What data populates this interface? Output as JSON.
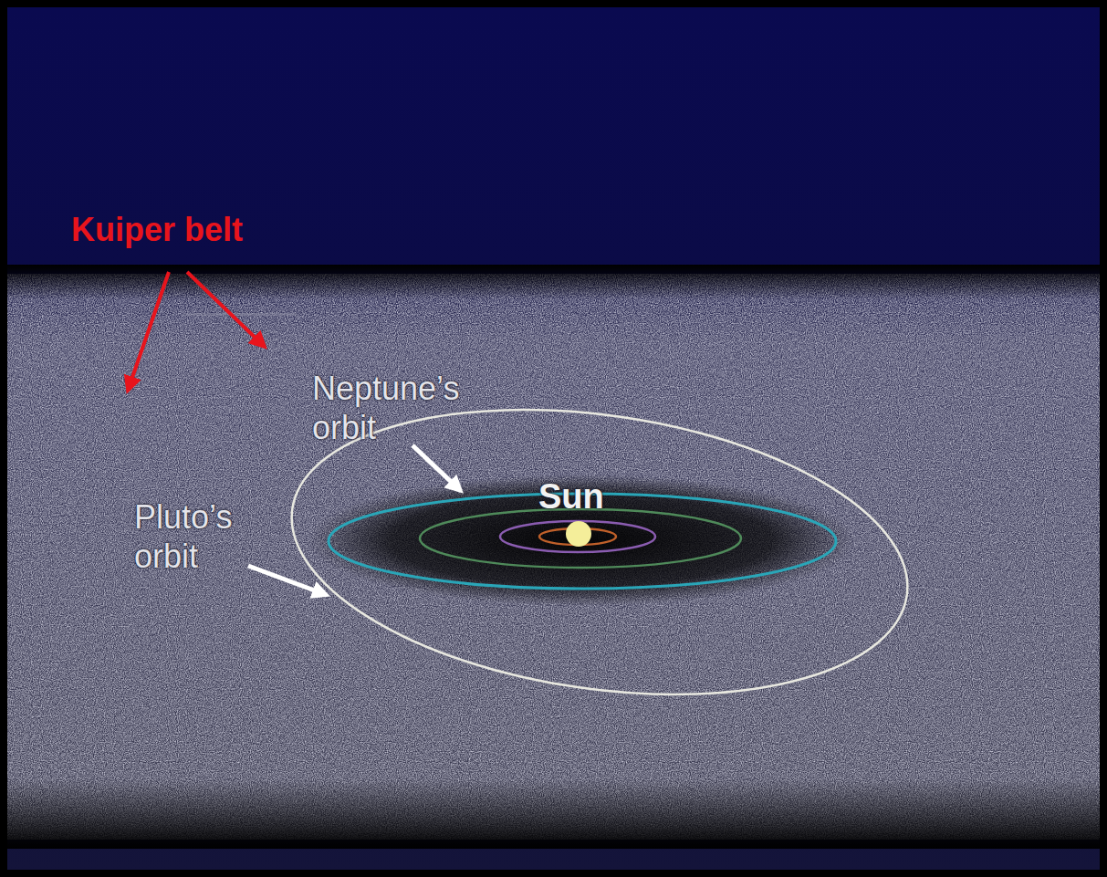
{
  "diagram": {
    "labels": [
      "Kuiper belt",
      "Neptune’s orbit",
      "Pluto’s orbit",
      "Sun"
    ]
  }
}
